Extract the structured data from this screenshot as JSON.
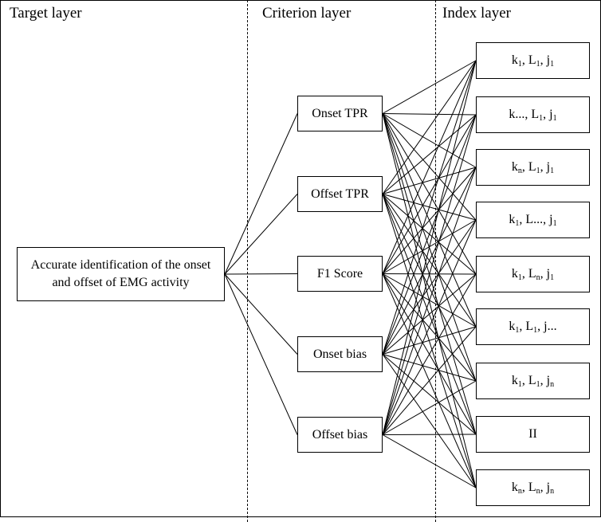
{
  "layers": {
    "target": "Target layer",
    "criterion": "Criterion layer",
    "index": "Index layer"
  },
  "target_node": "Accurate identification of the onset and offset of EMG activity",
  "criteria": [
    "Onset TPR",
    "Offset TPR",
    "F1 Score",
    "Onset bias",
    "Offset bias"
  ],
  "indexes": [
    [
      {
        "t": "k"
      },
      {
        "t": "1",
        "sub": true
      },
      {
        "t": ", L"
      },
      {
        "t": "1",
        "sub": true
      },
      {
        "t": ", j"
      },
      {
        "t": "1",
        "sub": true
      }
    ],
    [
      {
        "t": "k..., L"
      },
      {
        "t": "1",
        "sub": true
      },
      {
        "t": ", j"
      },
      {
        "t": "1",
        "sub": true
      }
    ],
    [
      {
        "t": "k"
      },
      {
        "t": "n",
        "sub": true
      },
      {
        "t": ", L"
      },
      {
        "t": "1",
        "sub": true
      },
      {
        "t": ", j"
      },
      {
        "t": "1",
        "sub": true
      }
    ],
    [
      {
        "t": "k"
      },
      {
        "t": "1",
        "sub": true
      },
      {
        "t": ", L..., j"
      },
      {
        "t": "1",
        "sub": true
      }
    ],
    [
      {
        "t": "k"
      },
      {
        "t": "1",
        "sub": true
      },
      {
        "t": ", L"
      },
      {
        "t": "n",
        "sub": true
      },
      {
        "t": ", j"
      },
      {
        "t": "1",
        "sub": true
      }
    ],
    [
      {
        "t": "k"
      },
      {
        "t": "1",
        "sub": true
      },
      {
        "t": ", L"
      },
      {
        "t": "1",
        "sub": true
      },
      {
        "t": ", j..."
      }
    ],
    [
      {
        "t": "k"
      },
      {
        "t": "1",
        "sub": true
      },
      {
        "t": ", L"
      },
      {
        "t": "1",
        "sub": true
      },
      {
        "t": ", j"
      },
      {
        "t": "n",
        "sub": true
      }
    ],
    [
      {
        "t": "II"
      }
    ],
    [
      {
        "t": "k"
      },
      {
        "t": "n",
        "sub": true
      },
      {
        "t": ", L"
      },
      {
        "t": "n",
        "sub": true
      },
      {
        "t": ", j"
      },
      {
        "t": "n",
        "sub": true
      }
    ]
  ]
}
